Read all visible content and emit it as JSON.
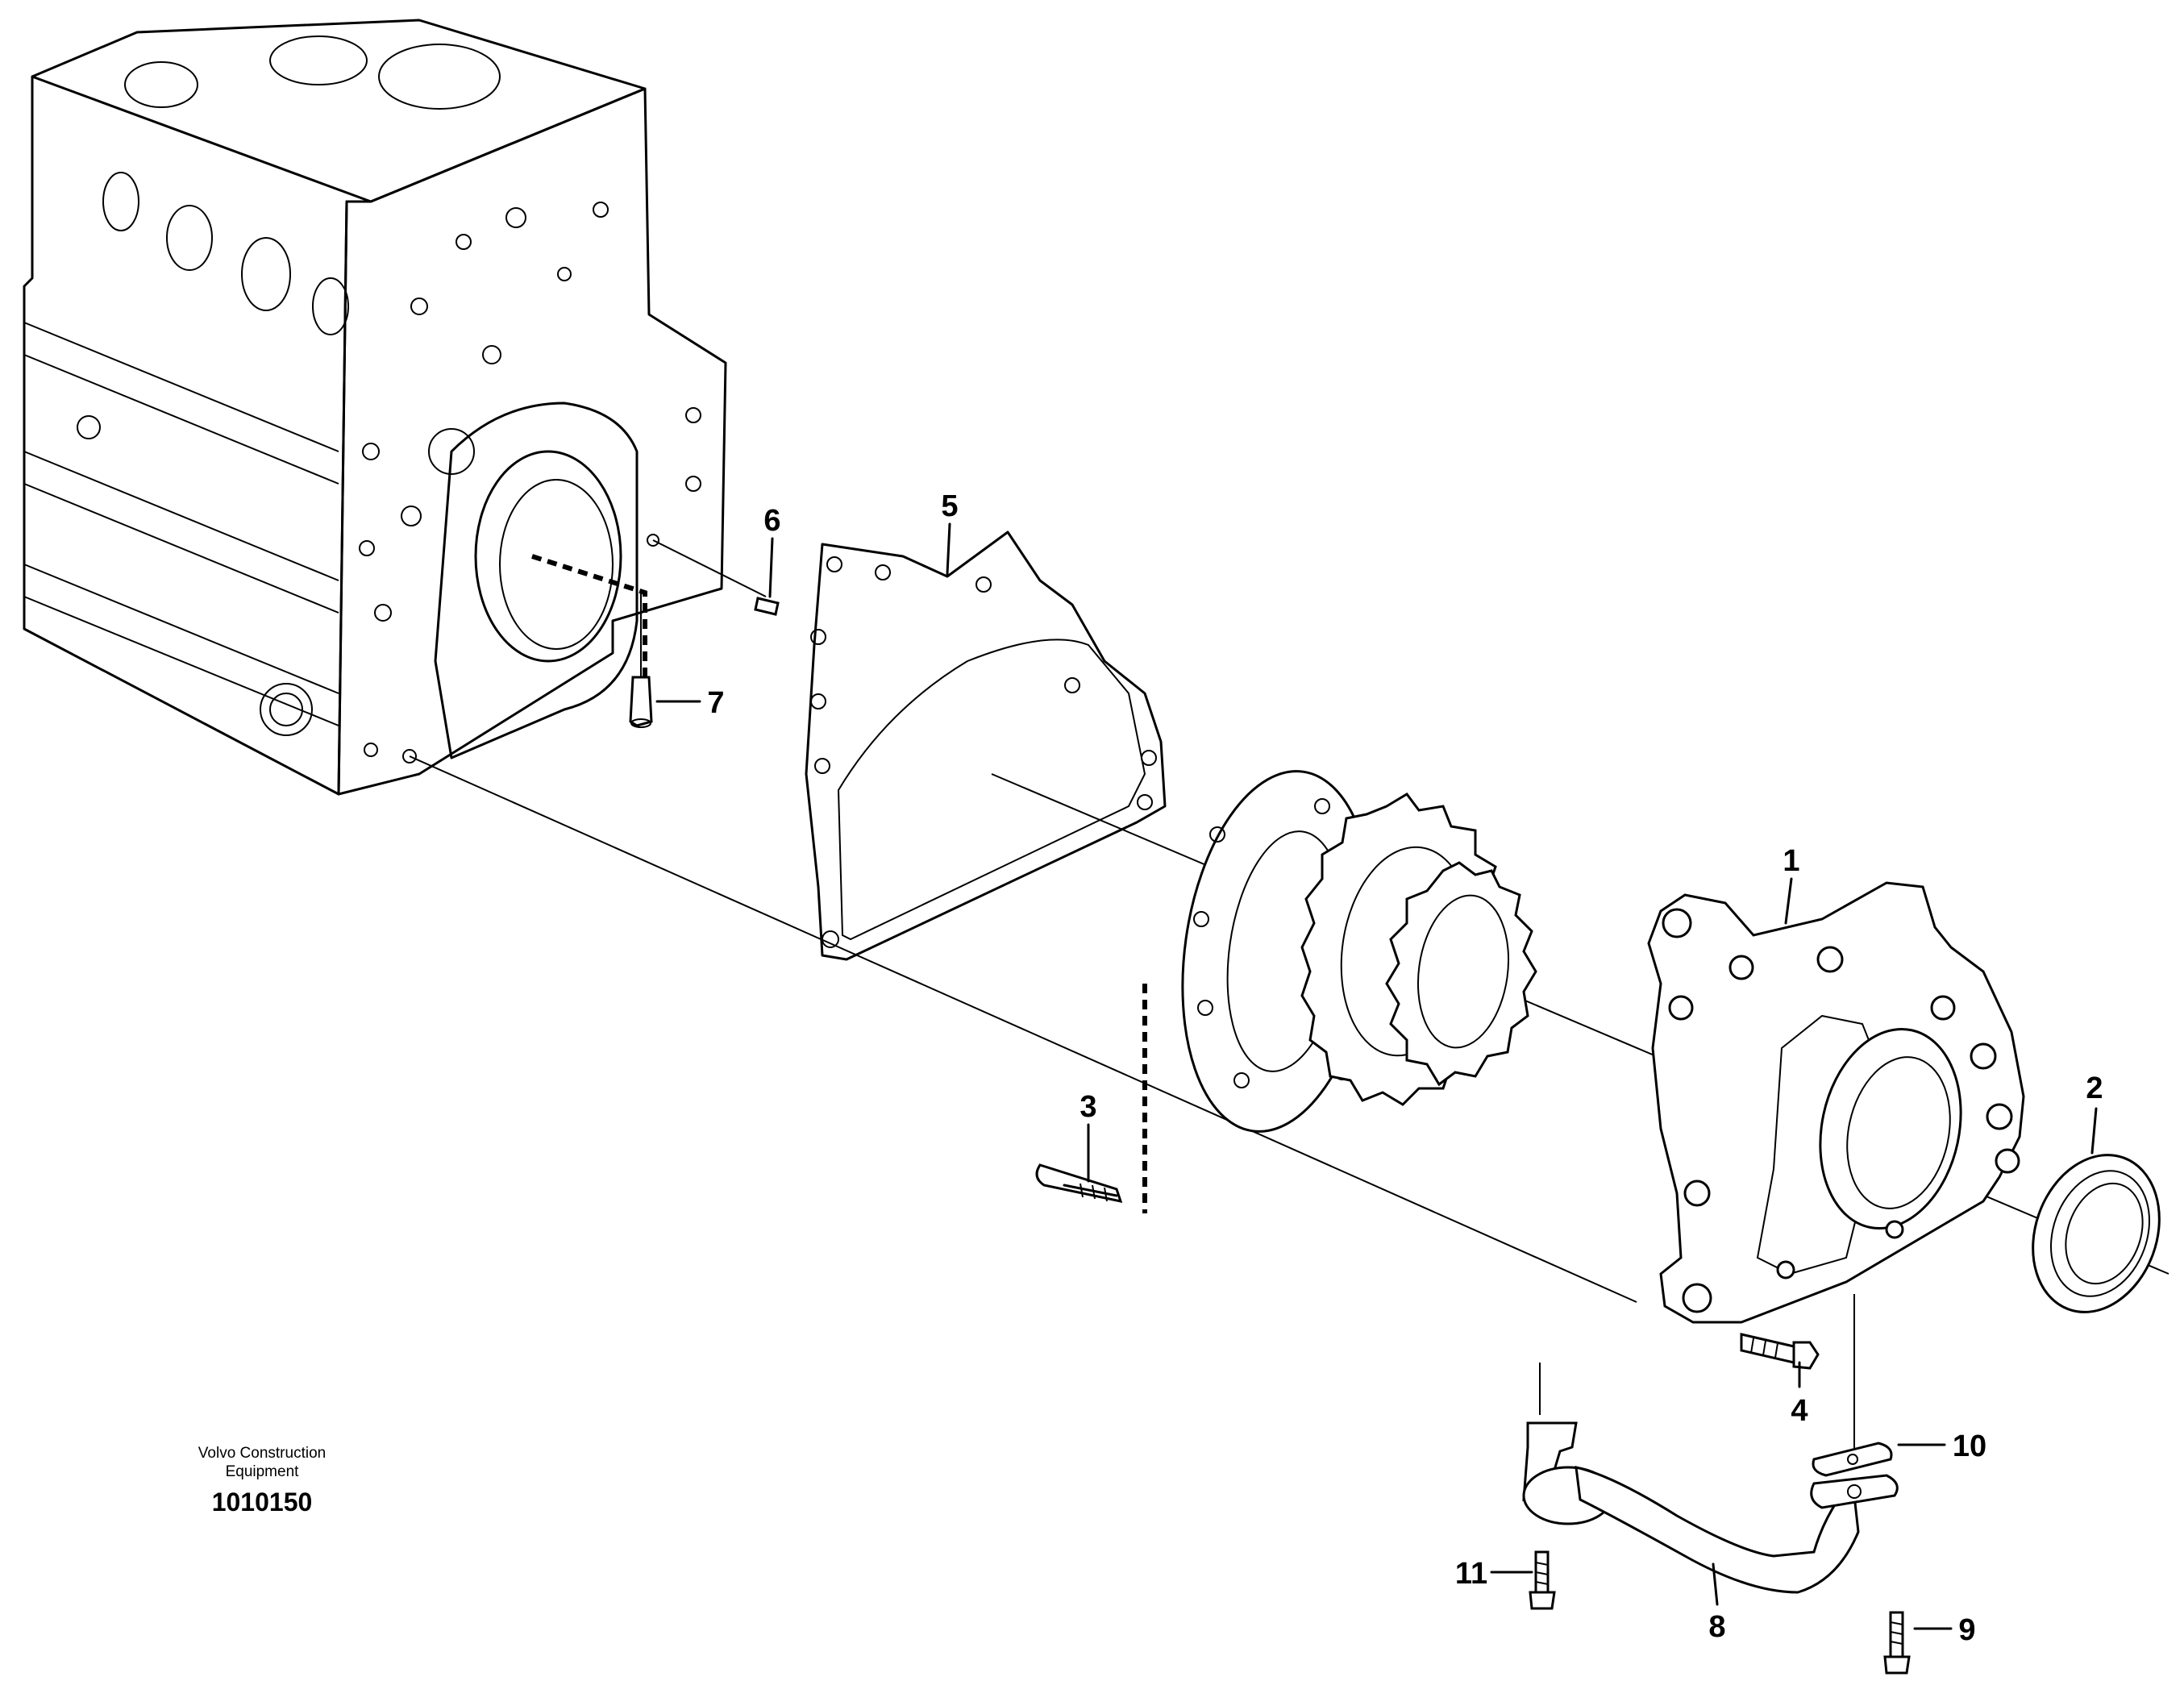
{
  "publisher": {
    "line1": "Volvo Construction",
    "line2": "Equipment"
  },
  "illustration_number": "1010150",
  "callouts": [
    {
      "id": "1",
      "label": "1"
    },
    {
      "id": "2",
      "label": "2"
    },
    {
      "id": "3",
      "label": "3"
    },
    {
      "id": "4",
      "label": "4"
    },
    {
      "id": "5",
      "label": "5"
    },
    {
      "id": "6",
      "label": "6"
    },
    {
      "id": "7",
      "label": "7"
    },
    {
      "id": "8",
      "label": "8"
    },
    {
      "id": "9",
      "label": "9"
    },
    {
      "id": "10",
      "label": "10"
    },
    {
      "id": "11",
      "label": "11"
    }
  ]
}
